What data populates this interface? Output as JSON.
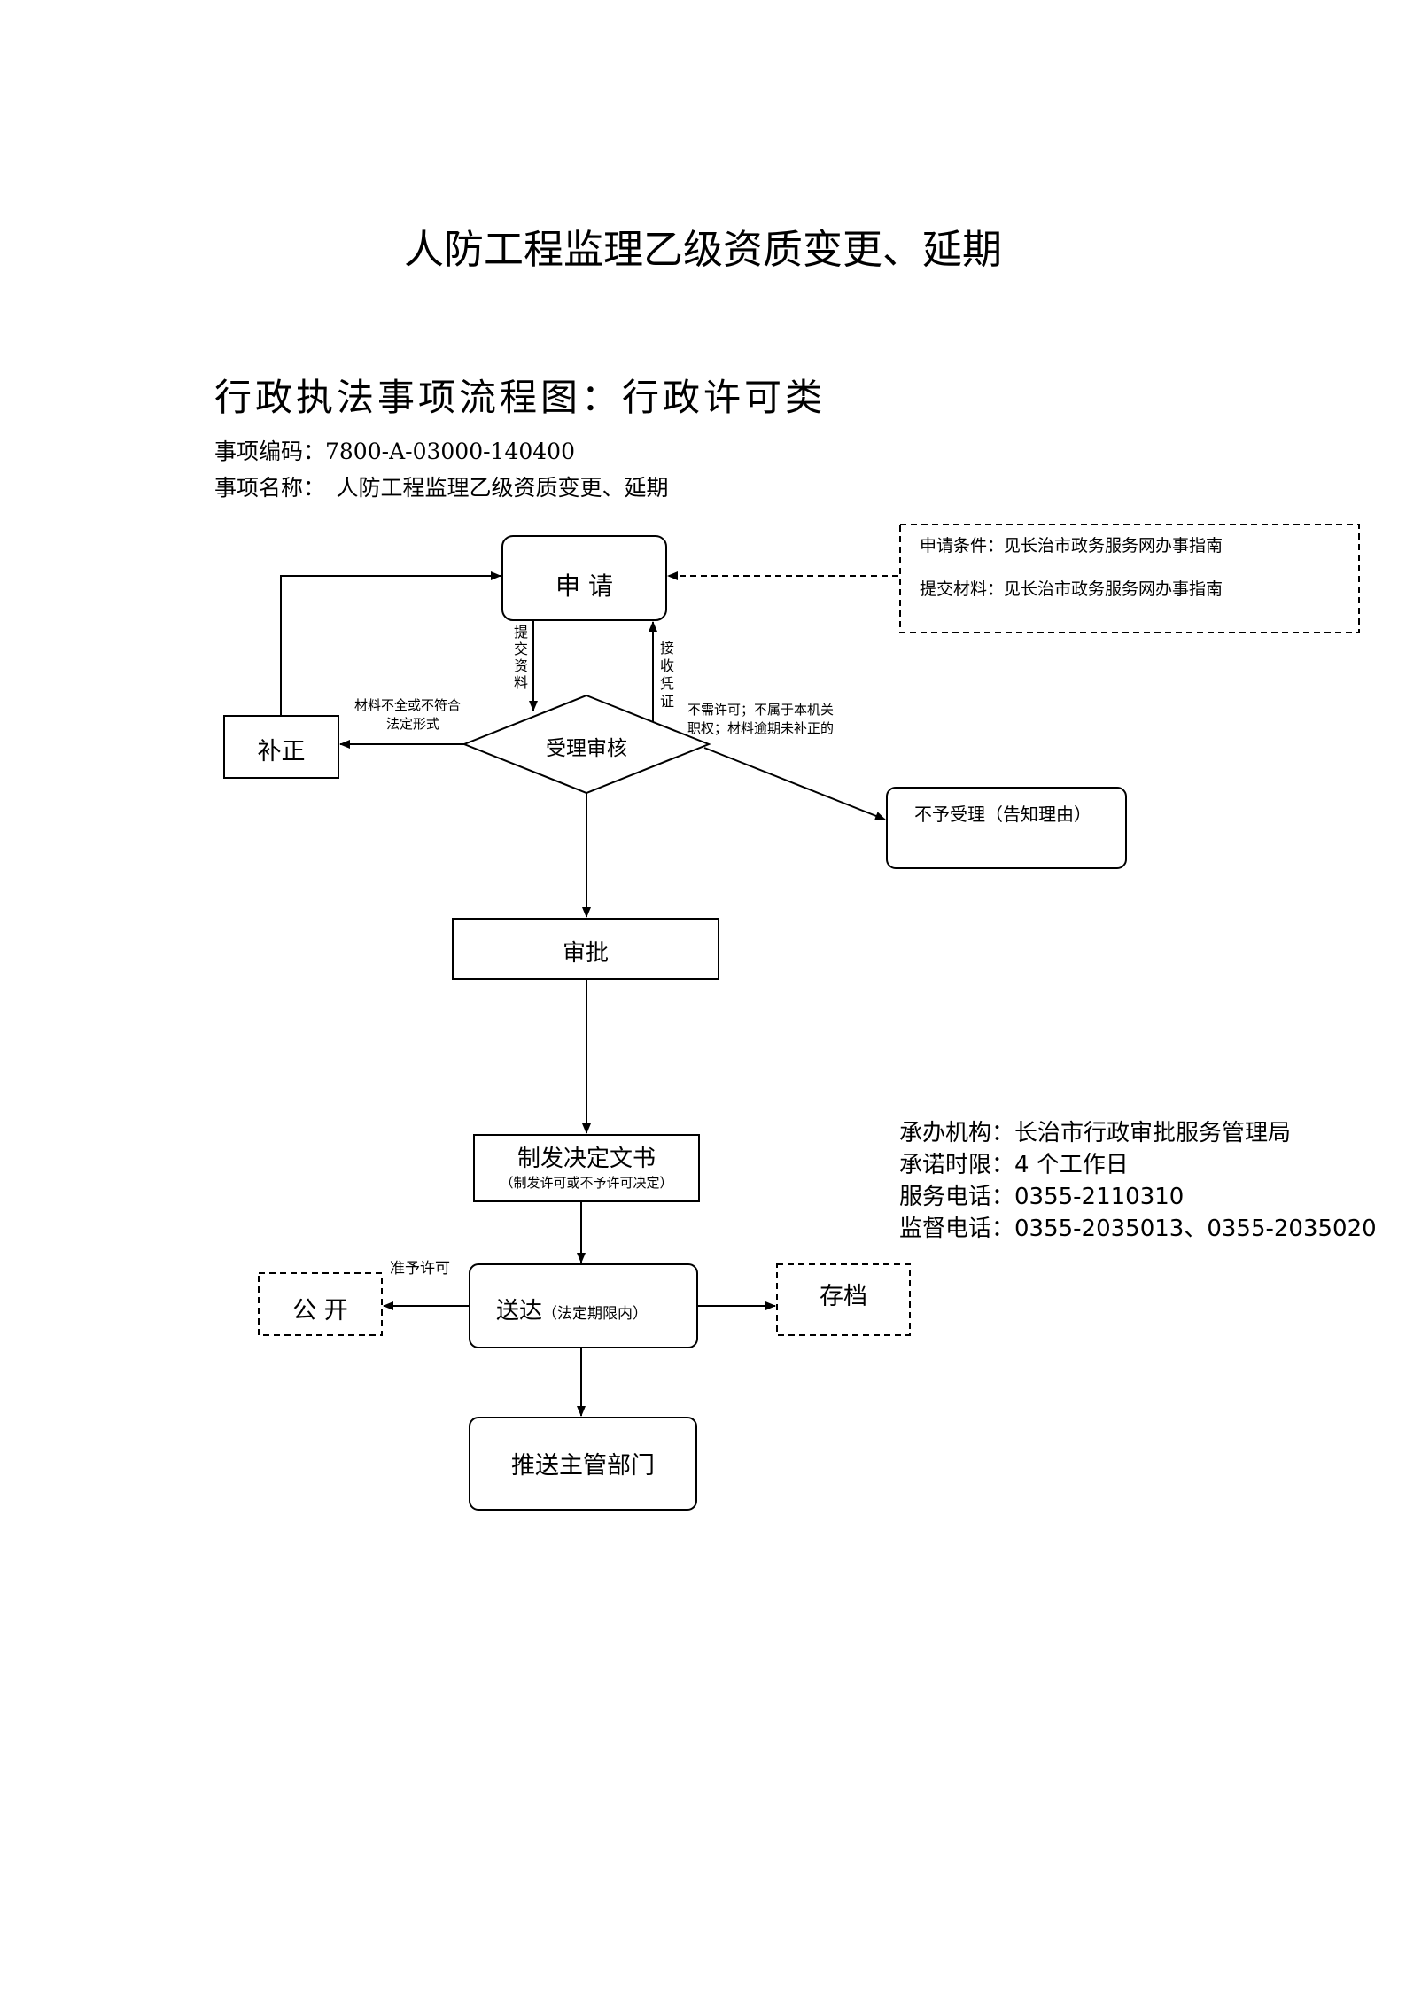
{
  "title": "人防工程监理乙级资质变更、延期",
  "subtitle": "行政执法事项流程图：行政许可类",
  "item_code": "事项编码：7800-A-03000-140400",
  "item_name": "事项名称：　人防工程监理乙级资质变更、延期",
  "conditions": {
    "line1": "申请条件：见长治市政务服务网办事指南",
    "line2": "提交材料：见长治市政务服务网办事指南"
  },
  "nodes": {
    "apply": "申  请",
    "review": "受理审核",
    "correct": "补正",
    "reject": "不予受理（告知理由）",
    "approve": "审批",
    "decision": "制发决定文书",
    "decision_sub": "（制发许可或不予许可决定）",
    "deliver": "送达",
    "deliver_sub": "（法定期限内）",
    "public": "公  开",
    "archive": "存档",
    "push": "推送主管部门"
  },
  "edges": {
    "submit": [
      "提",
      "交",
      "资",
      "料"
    ],
    "receipt": [
      "接",
      "收",
      "凭",
      "证"
    ],
    "incomplete_1": "材料不全或不符合",
    "incomplete_2": "法定形式",
    "reject_1": "不需许可；不属于本机关",
    "reject_2": "职权；材料逾期未补正的",
    "permit": "准予许可"
  },
  "info": {
    "agency": "承办机构：长治市行政审批服务管理局",
    "time_limit": "承诺时限：4 个工作日",
    "service_phone": "服务电话：0355-2110310",
    "supervise_phone": "监督电话：0355-2035013、0355-2035020"
  }
}
